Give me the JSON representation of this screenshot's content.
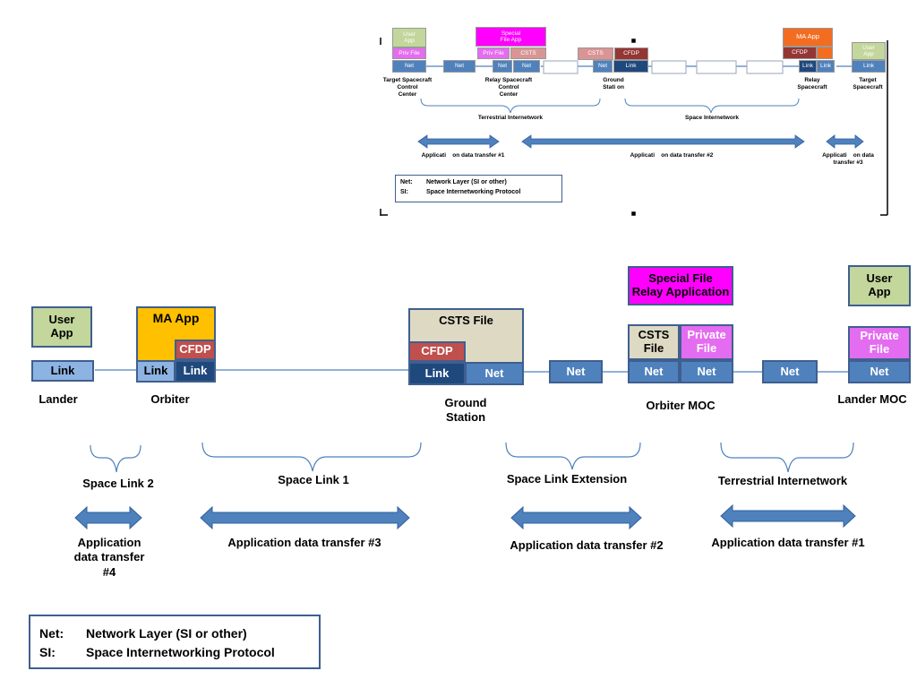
{
  "colors": {
    "user_app": "#c3d69b",
    "ma_app": "#ffc000",
    "cfdp": "#c0504d",
    "link_light": "#8db3e2",
    "link_dark": "#1f497d",
    "net": "#4f81bd",
    "csts": "#ddd9c3",
    "private_file": "#e46cf0",
    "special_file": "#ff00ff",
    "arrow": "#4f81bd"
  },
  "top_diagram": {
    "boxes": {
      "user_app_left": "User\nApp",
      "priv_file": "Priv File",
      "net_left": "Net",
      "net_2": "Net",
      "special_file_app": "Special\nFile App",
      "priv_file_relay": "Priv File",
      "csts_relay": "CSTS",
      "net_relay_a": "Net",
      "net_relay_b": "Net",
      "csts_ground": "CSTS",
      "cfdp_ground": "CFDP",
      "net_ground": "Net",
      "link_ground": "Link",
      "ma_app": "MA App",
      "cfdp_right": "CFDP",
      "link_right_a": "Link",
      "link_right_b": "Link",
      "user_app_right": "User\nApp",
      "link_target": "Link"
    },
    "nodes": {
      "target_control": "Target Spacecraft\nControl\nCenter",
      "relay_control": "Relay Spacecraft\nControl\nCenter",
      "ground_station": "Ground\nStati   on",
      "relay_spacecraft": "Relay\nSpacecraft",
      "target_spacecraft": "Target\nSpacecraft"
    },
    "segments": {
      "terrestrial": "Terrestrial Internetwork",
      "space": "Space Internetwork"
    },
    "transfers": {
      "t1": "Applicati    on data transfer #1",
      "t2": "Applicati    on data transfer #2",
      "t3": "Applicati    on data\ntransfer #3"
    },
    "legend": {
      "net_key": "Net:",
      "net_val": "Network Layer (SI or other)",
      "si_key": "SI:",
      "si_val": "Space Internetworking Protocol"
    }
  },
  "bottom_diagram": {
    "boxes": {
      "user_app_lander": "User\nApp",
      "link_lander": "Link",
      "ma_app": "MA App",
      "cfdp_orbiter": "CFDP",
      "link_orbiter_a": "Link",
      "link_orbiter_b": "Link",
      "csts_file_ground": "CSTS File",
      "cfdp_ground": "CFDP",
      "link_ground": "Link",
      "net_ground": "Net",
      "net_between_1": "Net",
      "special_file_relay": "Special File\nRelay Application",
      "csts_file_moc": "CSTS\nFile",
      "private_file_moc": "Private\nFile",
      "net_moc_a": "Net",
      "net_moc_b": "Net",
      "net_between_2": "Net",
      "user_app_lander_moc": "User\nApp",
      "private_file_lander_moc": "Private\nFile",
      "net_lander_moc": "Net"
    },
    "nodes": {
      "lander": "Lander",
      "orbiter": "Orbiter",
      "ground_station": "Ground\nStation",
      "orbiter_moc": "Orbiter MOC",
      "lander_moc": "Lander MOC"
    },
    "segments": {
      "space_link_2": "Space Link 2",
      "space_link_1": "Space Link 1",
      "space_link_extension": "Space Link Extension",
      "terrestrial": "Terrestrial Internetwork"
    },
    "transfers": {
      "t4": "Application\ndata transfer\n#4",
      "t3": "Application data transfer #3",
      "t2": "Application data transfer #2",
      "t1": "Application data transfer #1"
    },
    "legend": {
      "net_key": "Net:",
      "net_val": "Network Layer (SI or other)",
      "si_key": "SI:",
      "si_val": "Space Internetworking Protocol"
    }
  }
}
